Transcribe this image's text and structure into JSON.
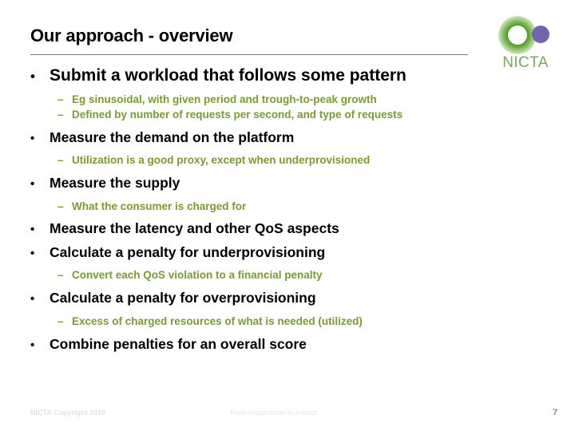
{
  "slide": {
    "title": "Our approach - overview",
    "logo": {
      "wordmark": "NICTA",
      "blob_color": "#4d9b20",
      "dot_color": "#7265ad",
      "wordmark_color": "#77a857"
    },
    "colors": {
      "level1_text": "#000000",
      "level2_text": "#7a9b31",
      "rule": "#808080",
      "footer_text": "#e2e2e2",
      "page_number": "#8c8c8c"
    },
    "bullets": [
      {
        "level": 1,
        "marker": "•",
        "text": "Submit a workload that follows some pattern",
        "emphasis": "large"
      },
      {
        "level": 2,
        "marker": "–",
        "text": "Eg sinusoidal, with given period and trough-to-peak growth"
      },
      {
        "level": 2,
        "marker": "–",
        "text": "Defined by number of requests per second, and type of requests"
      },
      {
        "level": 1,
        "marker": "•",
        "text": "Measure the demand on the platform"
      },
      {
        "level": 2,
        "marker": "–",
        "text": "Utilization is a good proxy, except when underprovisioned"
      },
      {
        "level": 1,
        "marker": "•",
        "text": "Measure the supply"
      },
      {
        "level": 2,
        "marker": "–",
        "text": "What the consumer is charged for"
      },
      {
        "level": 1,
        "marker": "•",
        "text": "Measure the latency and other QoS aspects"
      },
      {
        "level": 1,
        "marker": "•",
        "text": "Calculate a penalty for underprovisioning"
      },
      {
        "level": 2,
        "marker": "–",
        "text": "Convert each QoS violation to a financial penalty"
      },
      {
        "level": 1,
        "marker": "•",
        "text": "Calculate a penalty for overprovisioning"
      },
      {
        "level": 2,
        "marker": "–",
        "text": "Excess of charged resources of what is needed (utilized)"
      },
      {
        "level": 1,
        "marker": "•",
        "text": "Combine penalties for an overall score"
      }
    ],
    "footer": {
      "copyright": "NICTA Copyright 2010",
      "tagline": "From imagination to impact",
      "page_number": "7"
    }
  }
}
